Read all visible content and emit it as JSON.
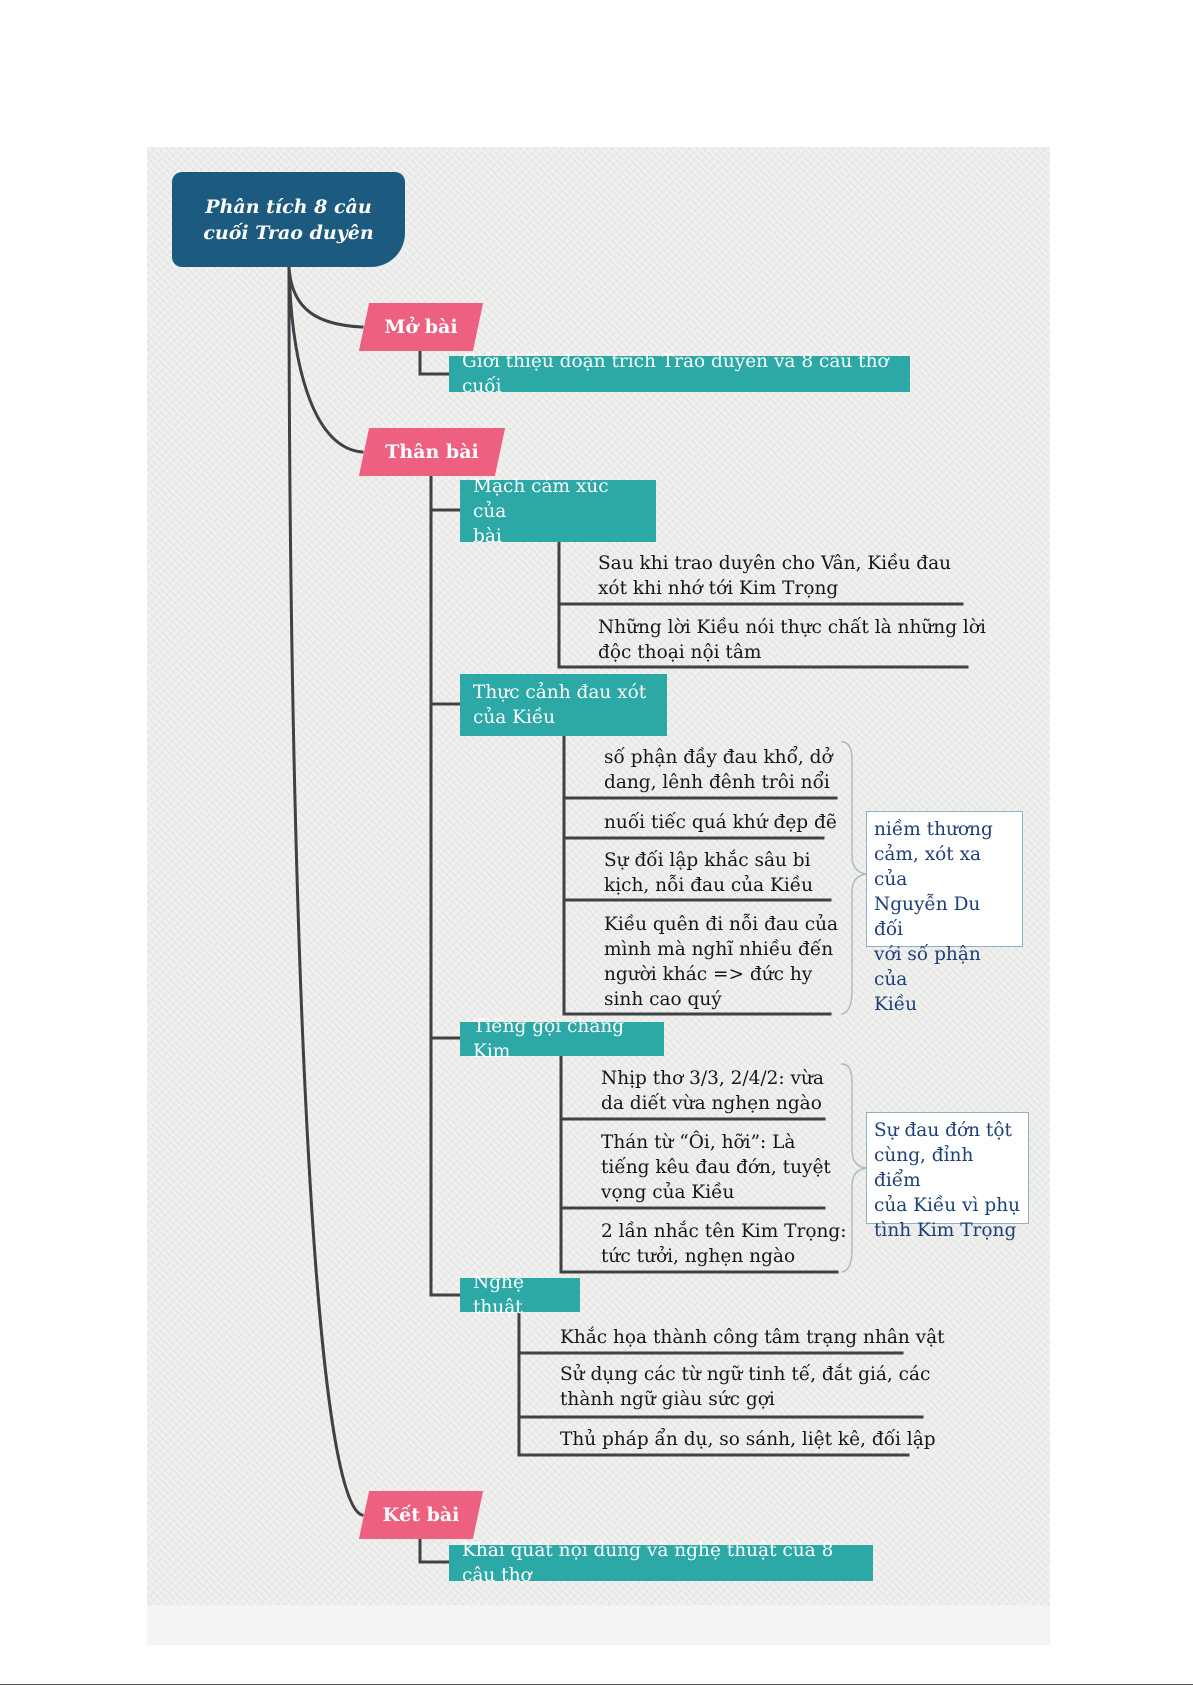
{
  "root": {
    "title_line1": "Phân tích 8 câu",
    "title_line2": "cuối Trao duyên"
  },
  "sections": {
    "mo_bai": {
      "label": "Mở bài",
      "content": "Giới thiệu đoạn trích Trao duyên và 8 câu thơ cuối"
    },
    "than_bai": {
      "label": "Thân bài",
      "mach_cam_xuc": {
        "label_line1": "Mạch cảm xúc của",
        "label_line2": "bài",
        "items": [
          {
            "line1": "Sau khi trao duyên cho Vân, Kiều đau",
            "line2": "xót khi nhớ tới Kim Trọng"
          },
          {
            "line1": "Những lời Kiều nói thực chất là những lời",
            "line2": "độc thoại nội tâm"
          }
        ]
      },
      "thuc_canh": {
        "label_line1": "Thực cảnh đau xót",
        "label_line2": "của Kiều",
        "items": [
          {
            "lines": [
              "số phận đầy đau khổ, dở",
              "dang, lênh đênh trôi nổi"
            ]
          },
          {
            "lines": [
              "nuối tiếc quá khứ đẹp đẽ"
            ]
          },
          {
            "lines": [
              "Sự đối lập khắc sâu bi",
              "kịch, nỗi đau của Kiều"
            ]
          },
          {
            "lines": [
              "Kiều quên đi nỗi đau của",
              "mình mà nghĩ nhiều đến",
              "người khác => đức hy",
              "sinh cao quý"
            ]
          }
        ],
        "note_lines": [
          "niềm thương",
          "cảm, xót xa của",
          "Nguyễn Du đối",
          "với số phận của",
          "Kiều"
        ]
      },
      "tieng_goi": {
        "label": "Tiếng gọi chàng Kim",
        "items": [
          {
            "lines": [
              "Nhịp thơ 3/3, 2/4/2: vừa",
              "da diết vừa nghẹn ngào"
            ]
          },
          {
            "lines": [
              "Thán từ “Ôi, hỡi”: Là",
              "tiếng kêu đau đớn, tuyệt",
              "vọng của Kiều"
            ]
          },
          {
            "lines": [
              "2 lần nhắc tên Kim Trọng:",
              "tức tưởi, nghẹn ngào"
            ]
          }
        ],
        "note_lines": [
          "Sự đau đớn tột",
          "cùng, đỉnh điểm",
          "của Kiều vì phụ",
          "tình Kim Trọng"
        ]
      },
      "nghe_thuat": {
        "label": "Nghệ thuật",
        "items": [
          {
            "lines": [
              "Khắc họa thành công tâm trạng nhân vật"
            ]
          },
          {
            "lines": [
              "Sử dụng các từ ngữ tinh tế, đắt giá, các",
              "thành ngữ giàu sức gợi"
            ]
          },
          {
            "lines": [
              "Thủ pháp ẩn dụ, so sánh, liệt kê, đối lập"
            ]
          }
        ]
      }
    },
    "ket_bai": {
      "label": "Kết bài",
      "content": "Khái quát nội dung và nghệ thuật của 8 câu thơ"
    }
  },
  "colors": {
    "root": "#1d5a80",
    "section": "#ee6080",
    "branch": "#2ca8a6",
    "line": "#3f4144",
    "note_text": "#1d3f78"
  }
}
